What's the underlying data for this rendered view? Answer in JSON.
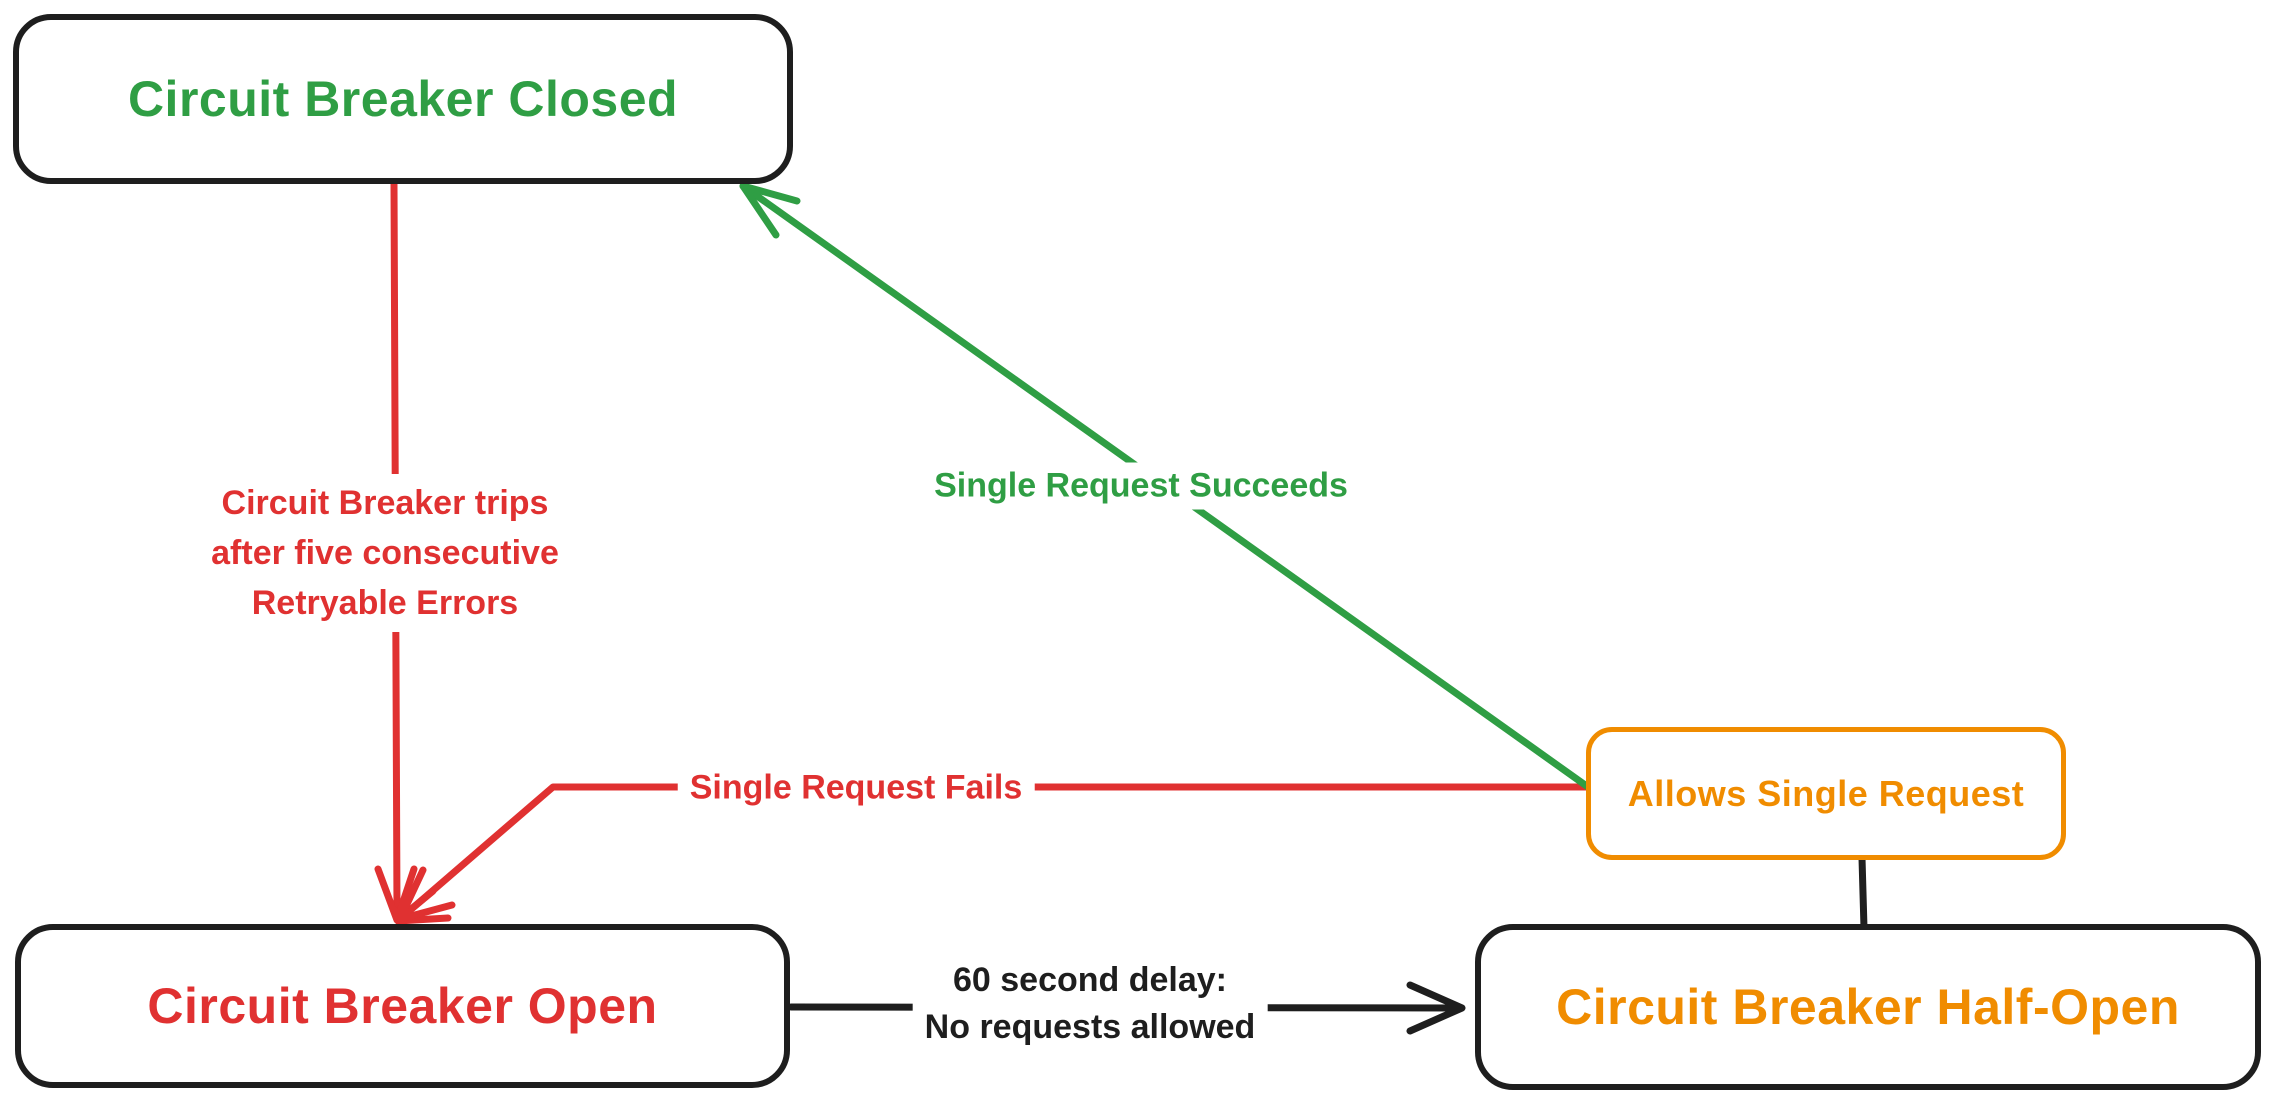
{
  "diagram": {
    "type": "state-diagram",
    "subject": "Circuit Breaker states",
    "background_color": "#ffffff",
    "colors": {
      "success_green": "#2f9e44",
      "error_red": "#e03131",
      "half_open_orange": "#f08c00",
      "neutral_black": "#1e1e1e"
    },
    "nodes": {
      "closed": {
        "label": "Circuit Breaker Closed",
        "text_color": "#2f9e44",
        "border_color": "#1e1e1e"
      },
      "open": {
        "label": "Circuit Breaker Open",
        "text_color": "#e03131",
        "border_color": "#1e1e1e"
      },
      "half_open": {
        "label": "Circuit Breaker Half-Open",
        "text_color": "#f08c00",
        "border_color": "#1e1e1e"
      },
      "allows_single_request": {
        "label": "Allows Single Request",
        "text_color": "#f08c00",
        "border_color": "#f08c00"
      }
    },
    "edges": {
      "trip": {
        "from": "closed",
        "to": "open",
        "color": "#e03131",
        "arrow": true,
        "label_lines": [
          "Circuit Breaker trips",
          "after five consecutive",
          "Retryable Errors"
        ]
      },
      "single_request_succeeds": {
        "from": "allows_single_request",
        "to": "closed",
        "color": "#2f9e44",
        "arrow": true,
        "label": "Single Request Succeeds"
      },
      "single_request_fails": {
        "from": "allows_single_request",
        "to": "open",
        "color": "#e03131",
        "arrow": true,
        "label": "Single Request Fails"
      },
      "delay": {
        "from": "open",
        "to": "half_open",
        "color": "#1e1e1e",
        "arrow": true,
        "label_lines": [
          "60 second delay:",
          "No requests allowed"
        ]
      },
      "half_open_link": {
        "from": "allows_single_request",
        "to": "half_open",
        "color": "#1e1e1e",
        "arrow": false
      }
    }
  }
}
